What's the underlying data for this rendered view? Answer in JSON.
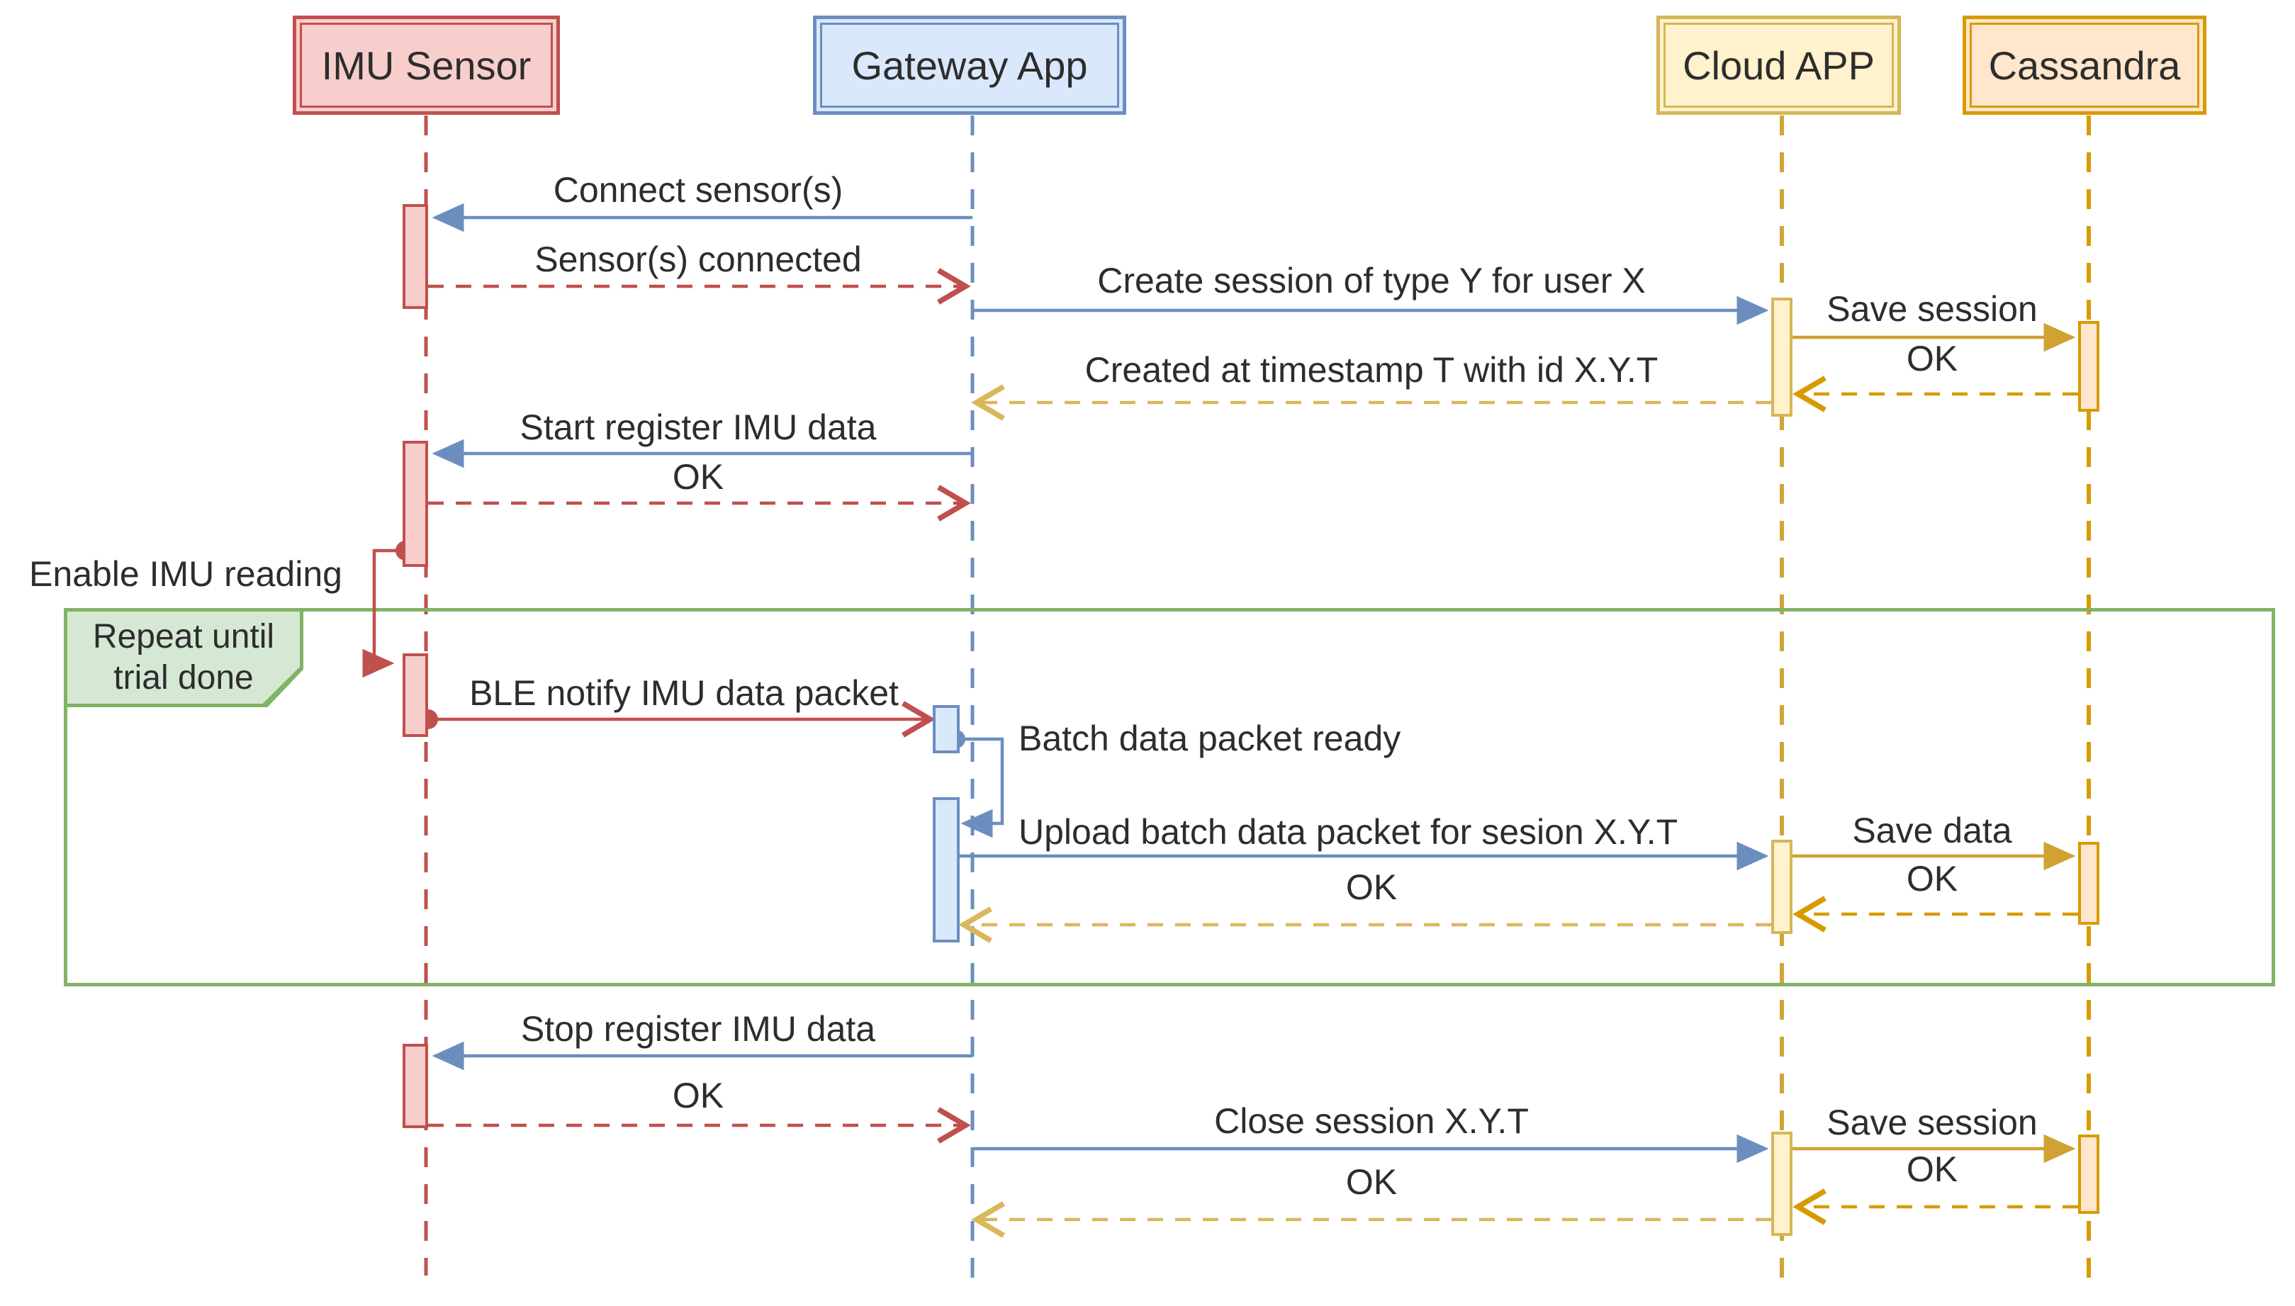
{
  "diagram_type": "uml-sequence-diagram",
  "participants": [
    {
      "id": "imu-sensor",
      "label": "IMU Sensor"
    },
    {
      "id": "gateway-app",
      "label": "Gateway App"
    },
    {
      "id": "cloud-app",
      "label": "Cloud APP"
    },
    {
      "id": "cassandra",
      "label": "Cassandra"
    }
  ],
  "loop": {
    "line1": "Repeat until",
    "line2": "trial done"
  },
  "messages": {
    "connect": "Connect sensor(s)",
    "sensors_connected": "Sensor(s) connected",
    "create_session": "Create session of type Y for user X",
    "save_session_1": "Save session",
    "ok_save_session_1": "OK",
    "created_at": "Created at timestamp T with id X.Y.T",
    "start_register": "Start register IMU data",
    "ok_start_register": "OK",
    "enable_reading": "Enable IMU reading",
    "ble_notify": "BLE notify IMU data packet",
    "batch_ready": "Batch data packet ready",
    "upload_batch": "Upload batch data packet for sesion X.Y.T",
    "save_data": "Save data",
    "ok_save_data": "OK",
    "ok_upload": "OK",
    "stop_register": "Stop register IMU data",
    "ok_stop_register": "OK",
    "close_session": "Close session X.Y.T",
    "save_session_2": "Save session",
    "ok_save_session_2": "OK",
    "ok_close_session": "OK"
  },
  "colors": {
    "red": "#c0504d",
    "red-fill": "#f8cecc",
    "blue": "#6c8ebf",
    "blue-fill": "#dae8fc",
    "cloud": "#d6b656",
    "cloud-fill": "#fff2cc",
    "cloud-line": "#d0a637",
    "cloud-dash": "#d9b75c",
    "cass": "#d79b00",
    "cass-fill": "#ffe6cc",
    "gold-solid": "#cfa232",
    "green": "#82b366",
    "green-fill": "#d5e8d4",
    "text": "#2d2d2d"
  }
}
